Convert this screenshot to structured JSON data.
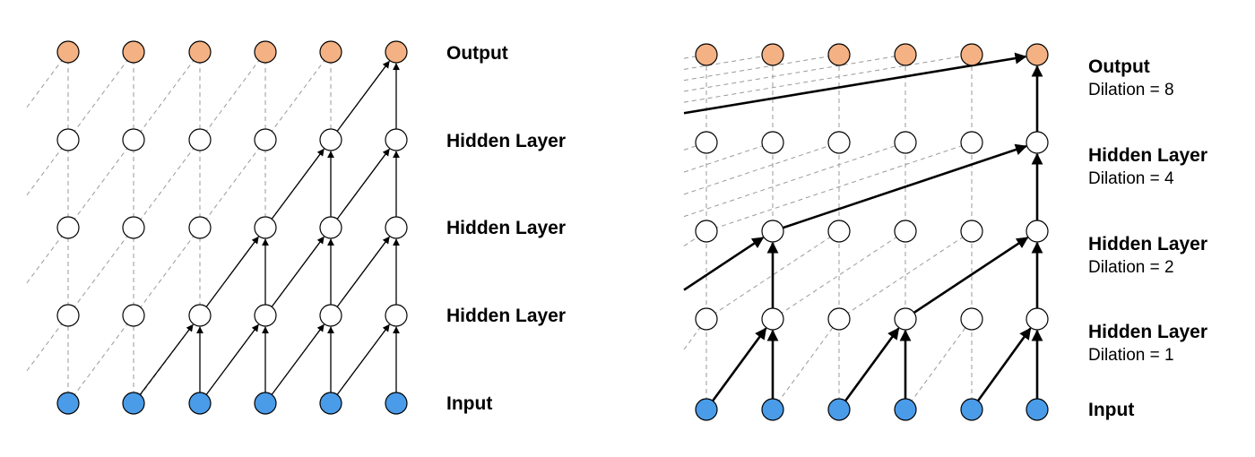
{
  "colors": {
    "input": "#4a9be8",
    "output": "#f4b183",
    "hidden": "#ffffff",
    "node_stroke": "#000000",
    "guide": "#9a9a9a"
  },
  "left_panel": {
    "labels": [
      {
        "title": "Output"
      },
      {
        "title": "Hidden Layer"
      },
      {
        "title": "Hidden Layer"
      },
      {
        "title": "Hidden Layer"
      },
      {
        "title": "Input"
      }
    ]
  },
  "right_panel": {
    "labels": [
      {
        "title": "Output",
        "sub": "Dilation = 8"
      },
      {
        "title": "Hidden Layer",
        "sub": "Dilation = 4"
      },
      {
        "title": "Hidden Layer",
        "sub": "Dilation = 2"
      },
      {
        "title": "Hidden Layer",
        "sub": "Dilation = 1"
      },
      {
        "title": "Input",
        "sub": ""
      }
    ],
    "dilations": [
      1,
      2,
      4,
      8
    ]
  }
}
